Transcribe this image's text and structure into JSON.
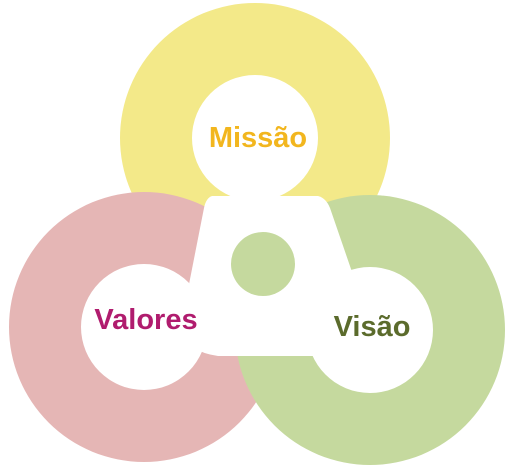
{
  "diagram": {
    "rings": [
      {
        "id": "missao",
        "label": "Missão",
        "ring_color": "#F3E989",
        "label_color": "#F2B61E"
      },
      {
        "id": "valores",
        "label": "Valores",
        "ring_color": "#E5B6B5",
        "label_color": "#B01C6E"
      },
      {
        "id": "visao",
        "label": "Visão",
        "ring_color": "#C5D99E",
        "label_color": "#5B6B2C"
      }
    ],
    "center_dot_color": "#C5D99E",
    "background_color": "#FFFFFF"
  }
}
